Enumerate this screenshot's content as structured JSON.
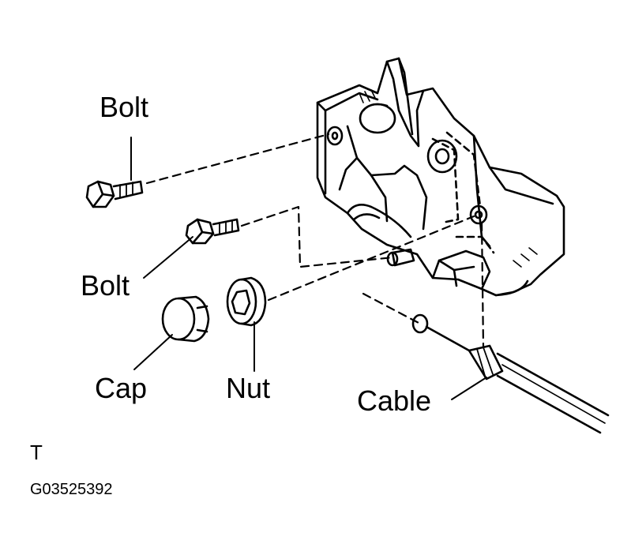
{
  "labels": {
    "bolt_upper": "Bolt",
    "bolt_lower": "Bolt",
    "cap": "Cap",
    "nut": "Nut",
    "cable": "Cable"
  },
  "view_marker": "T",
  "figure_code": "G03525392",
  "colors": {
    "ink": "#000000",
    "paper": "#ffffff"
  }
}
